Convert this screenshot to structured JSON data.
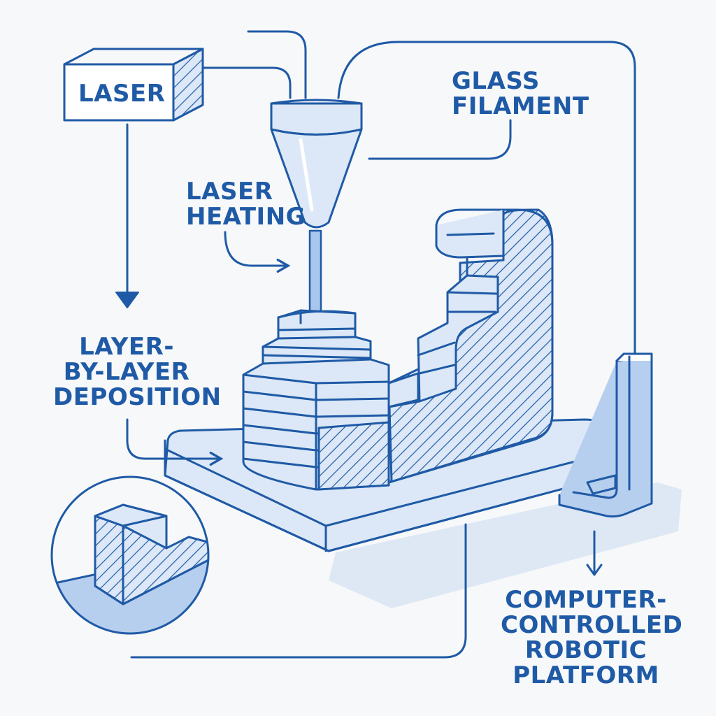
{
  "labels": {
    "laser": "LASER",
    "glass_filament": [
      "GLASS",
      "FILAMENT"
    ],
    "laser_heating": [
      "LASER",
      "HEATING"
    ],
    "deposition": [
      "LAYER-",
      "BY-LAYER",
      "DEPOSITION"
    ],
    "platform": [
      "COMPUTER-",
      "CONTROLLED",
      "ROBOTIC",
      "PLATFORM"
    ]
  },
  "colors": {
    "ink": "#1f5aa6",
    "fill_light": "#dce8f7",
    "fill_mid": "#b7cfee",
    "beam": "#a9c6ec",
    "background": "#f7f8f9"
  }
}
